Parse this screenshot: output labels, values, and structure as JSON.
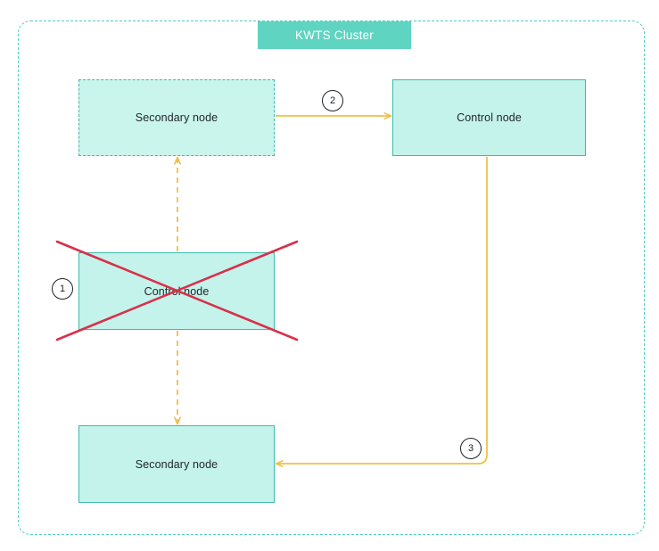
{
  "diagram": {
    "type": "network-failover-diagram",
    "cluster": {
      "title": "KWTS Cluster",
      "title_color": "#5fd4c0",
      "border_color": "#4ecdc4",
      "border_style": "dashed"
    },
    "colors": {
      "node_fill": "#c3f3ea",
      "node_border": "#3fb9ab",
      "arrow_solid": "#eec04a",
      "arrow_dashed": "#eec04a",
      "failure_cross": "#d9304a",
      "text": "#22272b",
      "title_text": "#ffffff"
    },
    "nodes": [
      {
        "id": "secondary-top",
        "label": "Secondary node",
        "border_style": "dashed",
        "state": "promoting"
      },
      {
        "id": "control-top",
        "label": "Control node",
        "border_style": "solid",
        "state": "active"
      },
      {
        "id": "control-failed",
        "label": "Control node",
        "border_style": "solid",
        "state": "failed",
        "marked_with_cross": true
      },
      {
        "id": "secondary-bottom",
        "label": "Secondary node",
        "border_style": "solid",
        "state": "active"
      }
    ],
    "steps": [
      {
        "number": "1",
        "label": "1",
        "describes": "control-node-failure"
      },
      {
        "number": "2",
        "label": "2",
        "describes": "secondary-promoted-to-control"
      },
      {
        "number": "3",
        "label": "3",
        "describes": "new-control-syncs-secondary"
      }
    ],
    "connectors": [
      {
        "id": "failed-to-secondary-top",
        "from": "control-failed",
        "to": "secondary-top",
        "style": "dashed",
        "direction": "up"
      },
      {
        "id": "failed-to-secondary-bottom",
        "from": "control-failed",
        "to": "secondary-bottom",
        "style": "dashed",
        "direction": "down"
      },
      {
        "id": "secondary-top-to-control-top",
        "from": "secondary-top",
        "to": "control-top",
        "style": "solid",
        "direction": "right",
        "step": "2"
      },
      {
        "id": "control-top-to-secondary-bottom",
        "from": "control-top",
        "to": "secondary-bottom",
        "style": "solid",
        "direction": "down-left",
        "step": "3"
      }
    ]
  }
}
